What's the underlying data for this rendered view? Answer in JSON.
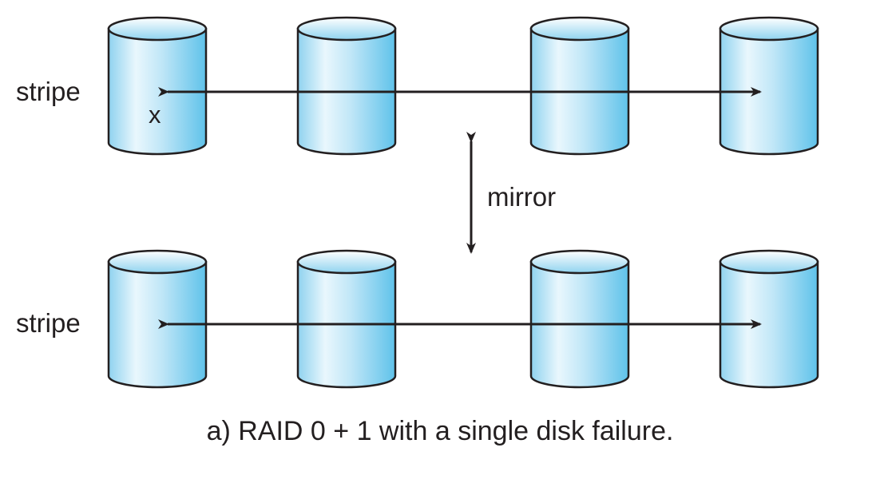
{
  "labels": {
    "stripe_top": "stripe",
    "stripe_bottom": "stripe",
    "mirror": "mirror",
    "failure_mark": "x"
  },
  "caption": "a) RAID 0 + 1 with a single disk failure.",
  "colors": {
    "disk_light": "#e8f6fc",
    "disk_mid": "#a9ddf3",
    "disk_dark": "#5fc2ea",
    "disk_top_light": "#ffffff",
    "disk_top_dark": "#8fd3ef",
    "outline": "#231f20",
    "arrow": "#231f20"
  },
  "rows": [
    {
      "name": "top-stripe-set",
      "disks": 4,
      "failed_disk_index": 0
    },
    {
      "name": "bottom-stripe-set",
      "disks": 4,
      "failed_disk_index": null
    }
  ]
}
